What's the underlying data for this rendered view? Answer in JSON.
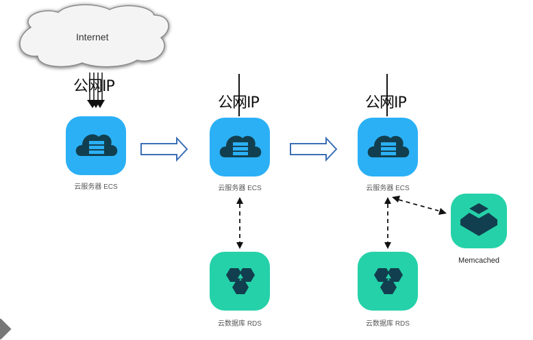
{
  "internet": {
    "label": "Internet"
  },
  "public_ip_label": "公网IP",
  "stages": [
    {
      "ecs_label": "云服务器 ECS"
    },
    {
      "ecs_label": "云服务器 ECS",
      "rds_label": "云数据库 RDS"
    },
    {
      "ecs_label": "云服务器 ECS",
      "rds_label": "云数据库 RDS",
      "cache_label": "Memcached"
    }
  ],
  "colors": {
    "ecs": "#2bb0f5",
    "rds": "#25d1a8",
    "icon_glyph": "#123f4f",
    "arrow_outline": "#3a6db5"
  }
}
